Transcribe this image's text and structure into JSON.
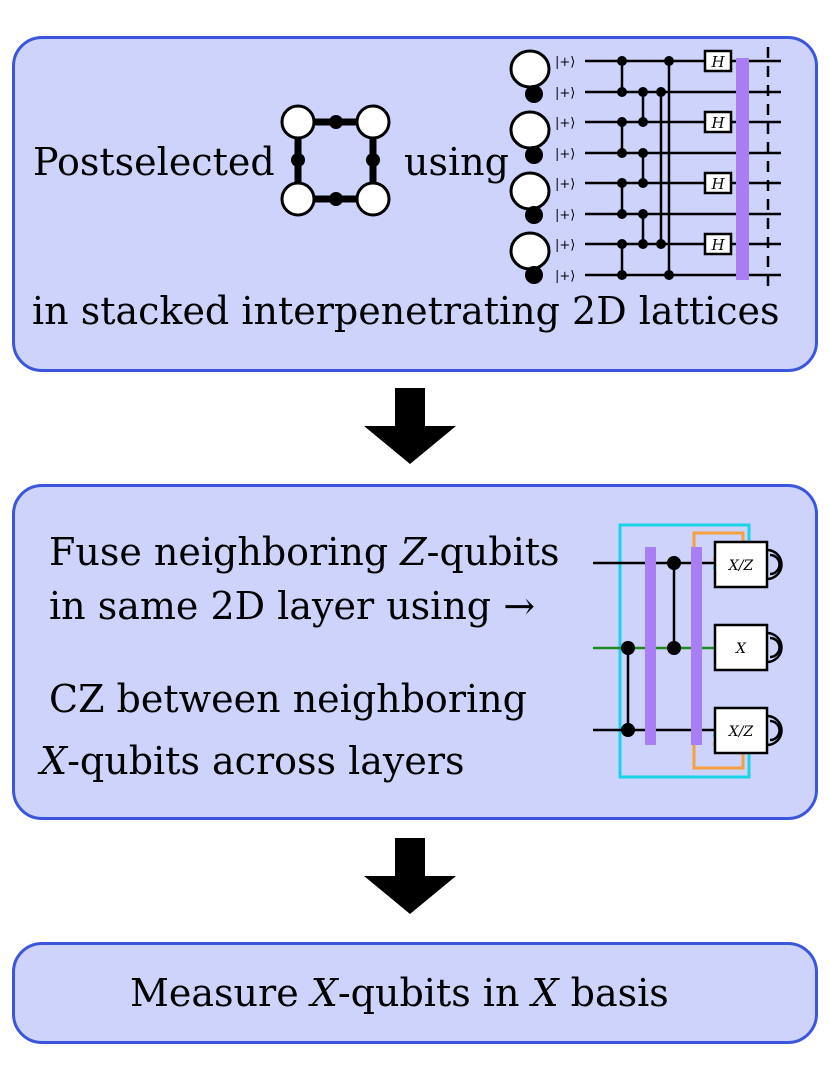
{
  "box1": {
    "label_left": "Postselected",
    "label_right": "using",
    "label_bottom": "in stacked interpenetrating 2D lattices",
    "ket_label": "|+⟩",
    "hadamard_label": "H"
  },
  "box2": {
    "line1_pre": "Fuse neighboring ",
    "line1_var": "Z",
    "line1_post": "-qubits",
    "line2": "in same 2D layer using →",
    "line3": "CZ between neighboring",
    "line4_var": "X",
    "line4_post": "-qubits across layers",
    "meas_top": "X/Z",
    "meas_mid": "X",
    "meas_bot": "X/Z"
  },
  "box3": {
    "pre": "Measure ",
    "var1": "X",
    "mid": "-qubits in ",
    "var2": "X",
    "post": " basis"
  },
  "colors": {
    "box_fill": "#cdd3fb",
    "box_border": "#3c55dd",
    "fusion_bar": "#a97ef5",
    "cyan_wire": "#19d3e6",
    "orange_wire": "#f5a142",
    "green_wire": "#1c8a1c"
  }
}
